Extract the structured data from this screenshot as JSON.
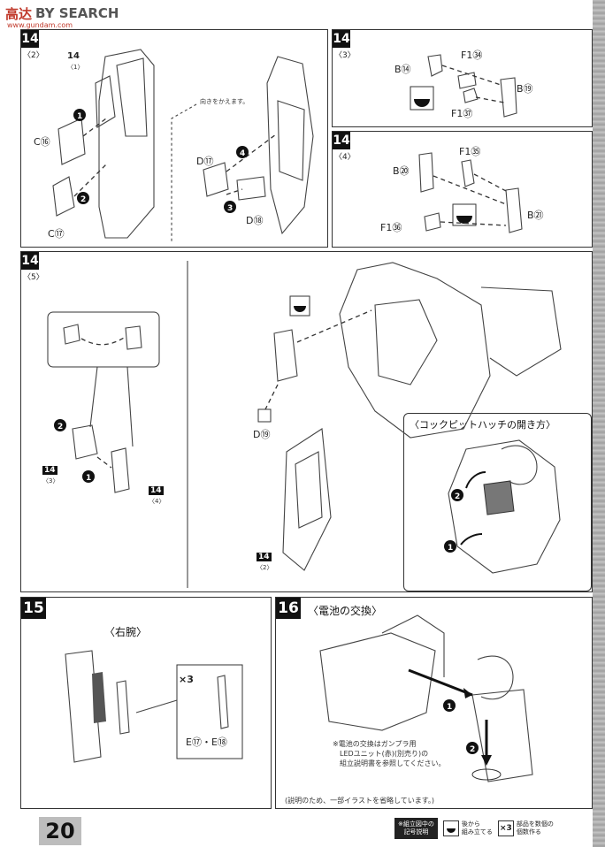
{
  "watermark": {
    "brand_a": "高达",
    "brand_b": "BY SEARCH",
    "url": "www.gundam.com"
  },
  "page_number": "20",
  "step14_1": {
    "step": "14",
    "sub": "〈2〉",
    "part_ref": "14",
    "part_ref_sub": "〈1〉",
    "parts": [
      "C⑯",
      "C⑰",
      "D⑰",
      "D⑱"
    ],
    "note": "向きをかえます。"
  },
  "step14_3": {
    "step": "14",
    "sub": "〈3〉",
    "parts": [
      "B⑭",
      "F1㉞",
      "B⑲",
      "F1㊲"
    ]
  },
  "step14_4": {
    "step": "14",
    "sub": "〈4〉",
    "parts": [
      "F1㉟",
      "B⑳",
      "B㉑",
      "F1㊱"
    ]
  },
  "step14_5": {
    "step": "14",
    "sub": "〈5〉",
    "part": "D⑲",
    "refs": [
      {
        "n": "14",
        "s": "〈3〉"
      },
      {
        "n": "14",
        "s": "〈4〉"
      },
      {
        "n": "14",
        "s": "〈2〉"
      }
    ],
    "cockpit_title": "〈コックピットハッチの開き方〉"
  },
  "step15": {
    "step": "15",
    "title": "〈右腕〉",
    "multiplier": "×3",
    "parts": "E⑰・E⑱"
  },
  "step16": {
    "step": "16",
    "title": "〈電池の交換〉",
    "note_lines": [
      "※電池の交換はガンプラ用",
      "LEDユニット(赤)(別売り)の",
      "組立説明書を参照してください。"
    ],
    "footnote": "(説明のため、一部イラストを省略しています。)"
  },
  "legend": {
    "title_lines": [
      "※組立図中の",
      "記号説明"
    ],
    "item1_lines": [
      "後から",
      "組み立てる"
    ],
    "item2_icon": "×3",
    "item2_lines": [
      "部品を数個の",
      "個数作る"
    ]
  },
  "icons": [
    "half-moon-icon",
    "circled-number-icon",
    "arrow-icon"
  ]
}
